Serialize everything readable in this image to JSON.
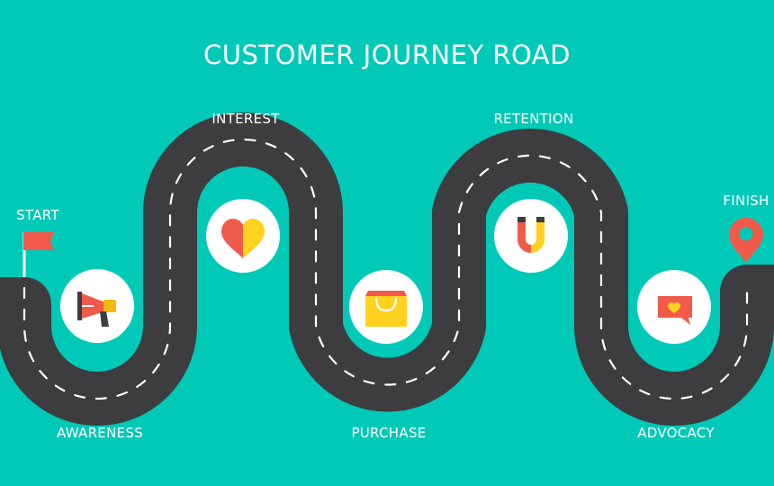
{
  "title": "CUSTOMER JOURNEY ROAD",
  "stages": {
    "start": "START",
    "awareness": "AWARENESS",
    "interest": "INTEREST",
    "purchase": "PURCHASE",
    "retention": "RETENTION",
    "advocacy": "ADVOCACY",
    "finish": "FINISH"
  },
  "icons": {
    "start": "flag-icon",
    "awareness": "megaphone-icon",
    "interest": "heart-icon",
    "purchase": "shopping-bag-icon",
    "retention": "magnet-icon",
    "advocacy": "speech-bubble-heart-icon",
    "finish": "map-pin-icon"
  },
  "colors": {
    "background": "#00C9B8",
    "road": "#3D3D3F",
    "road_dash": "#FFFFFF",
    "accent_red": "#F05A4A",
    "accent_yellow": "#FFD21F"
  }
}
